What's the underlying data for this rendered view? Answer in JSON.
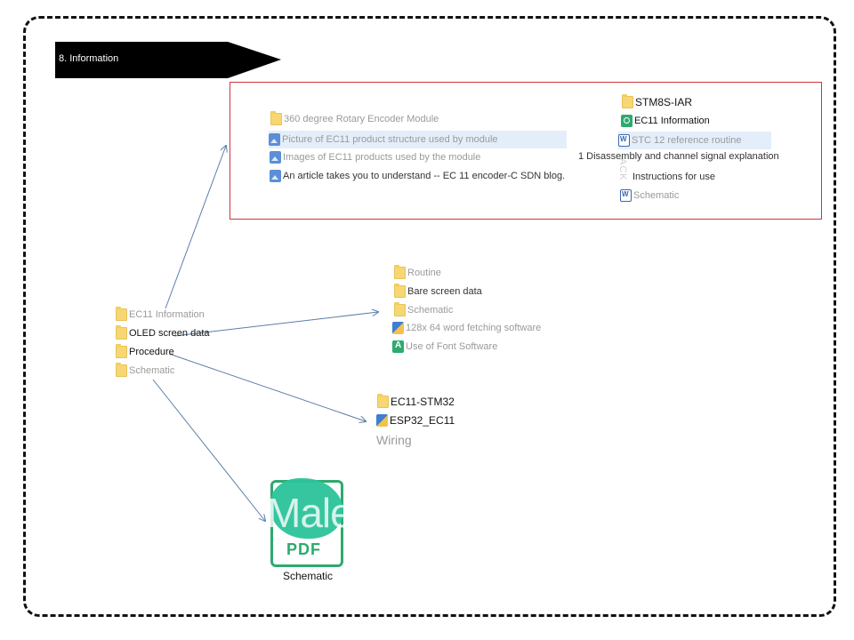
{
  "banner": {
    "label": "8. Information"
  },
  "center_list": [
    {
      "label": "EC11 Information",
      "icon": "folder-icon",
      "tone": "gray"
    },
    {
      "label": "OLED screen data",
      "icon": "folder-icon",
      "tone": "black"
    },
    {
      "label": "Procedure",
      "icon": "folder-icon",
      "tone": "black"
    },
    {
      "label": "Schematic",
      "icon": "folder-icon",
      "tone": "gray"
    }
  ],
  "info_left": [
    {
      "label": "360 degree Rotary Encoder Module",
      "icon": "folder-icon"
    },
    {
      "label": "Picture of EC11 product structure used by module",
      "icon": "image-icon"
    },
    {
      "label": "Images of EC11 products used by the module",
      "icon": "image-icon"
    },
    {
      "label": "An article takes you to understand -- EC 11 encoder-C SDN blog.",
      "icon": "image-icon"
    }
  ],
  "info_right": [
    {
      "label": "STM8S-IAR",
      "icon": "folder-icon"
    },
    {
      "label": "EC11 Information",
      "icon": "pdf-icon"
    },
    {
      "label": "STC 12 reference routine",
      "icon": "word-doc-icon"
    },
    {
      "label": "1 Disassembly and channel signal explanation",
      "icon": ""
    },
    {
      "label": "Instructions for use",
      "icon": ""
    },
    {
      "label": "Schematic",
      "icon": "word-doc-icon"
    }
  ],
  "ghost_text": "ACK",
  "oled_list": [
    {
      "label": "Routine",
      "icon": "folder-icon"
    },
    {
      "label": "Bare screen data",
      "icon": "folder-icon"
    },
    {
      "label": "Schematic",
      "icon": "folder-icon"
    },
    {
      "label": "128x 64 word fetching software",
      "icon": "software-icon"
    },
    {
      "label": "Use of Font Software",
      "icon": "font-software-icon"
    }
  ],
  "procedure_list": [
    {
      "label": "EC11-STM32",
      "icon": "folder-icon"
    },
    {
      "label": "ESP32_EC11",
      "icon": "software-icon"
    }
  ],
  "wiring_label": "Wiring",
  "schematic_pdf": {
    "overlay": "Male",
    "badge": "PDF",
    "label": "Schematic"
  },
  "colors": {
    "accent_green": "#2eaa6e",
    "red_box": "#c9373b",
    "arrow": "#5a7ea8"
  }
}
